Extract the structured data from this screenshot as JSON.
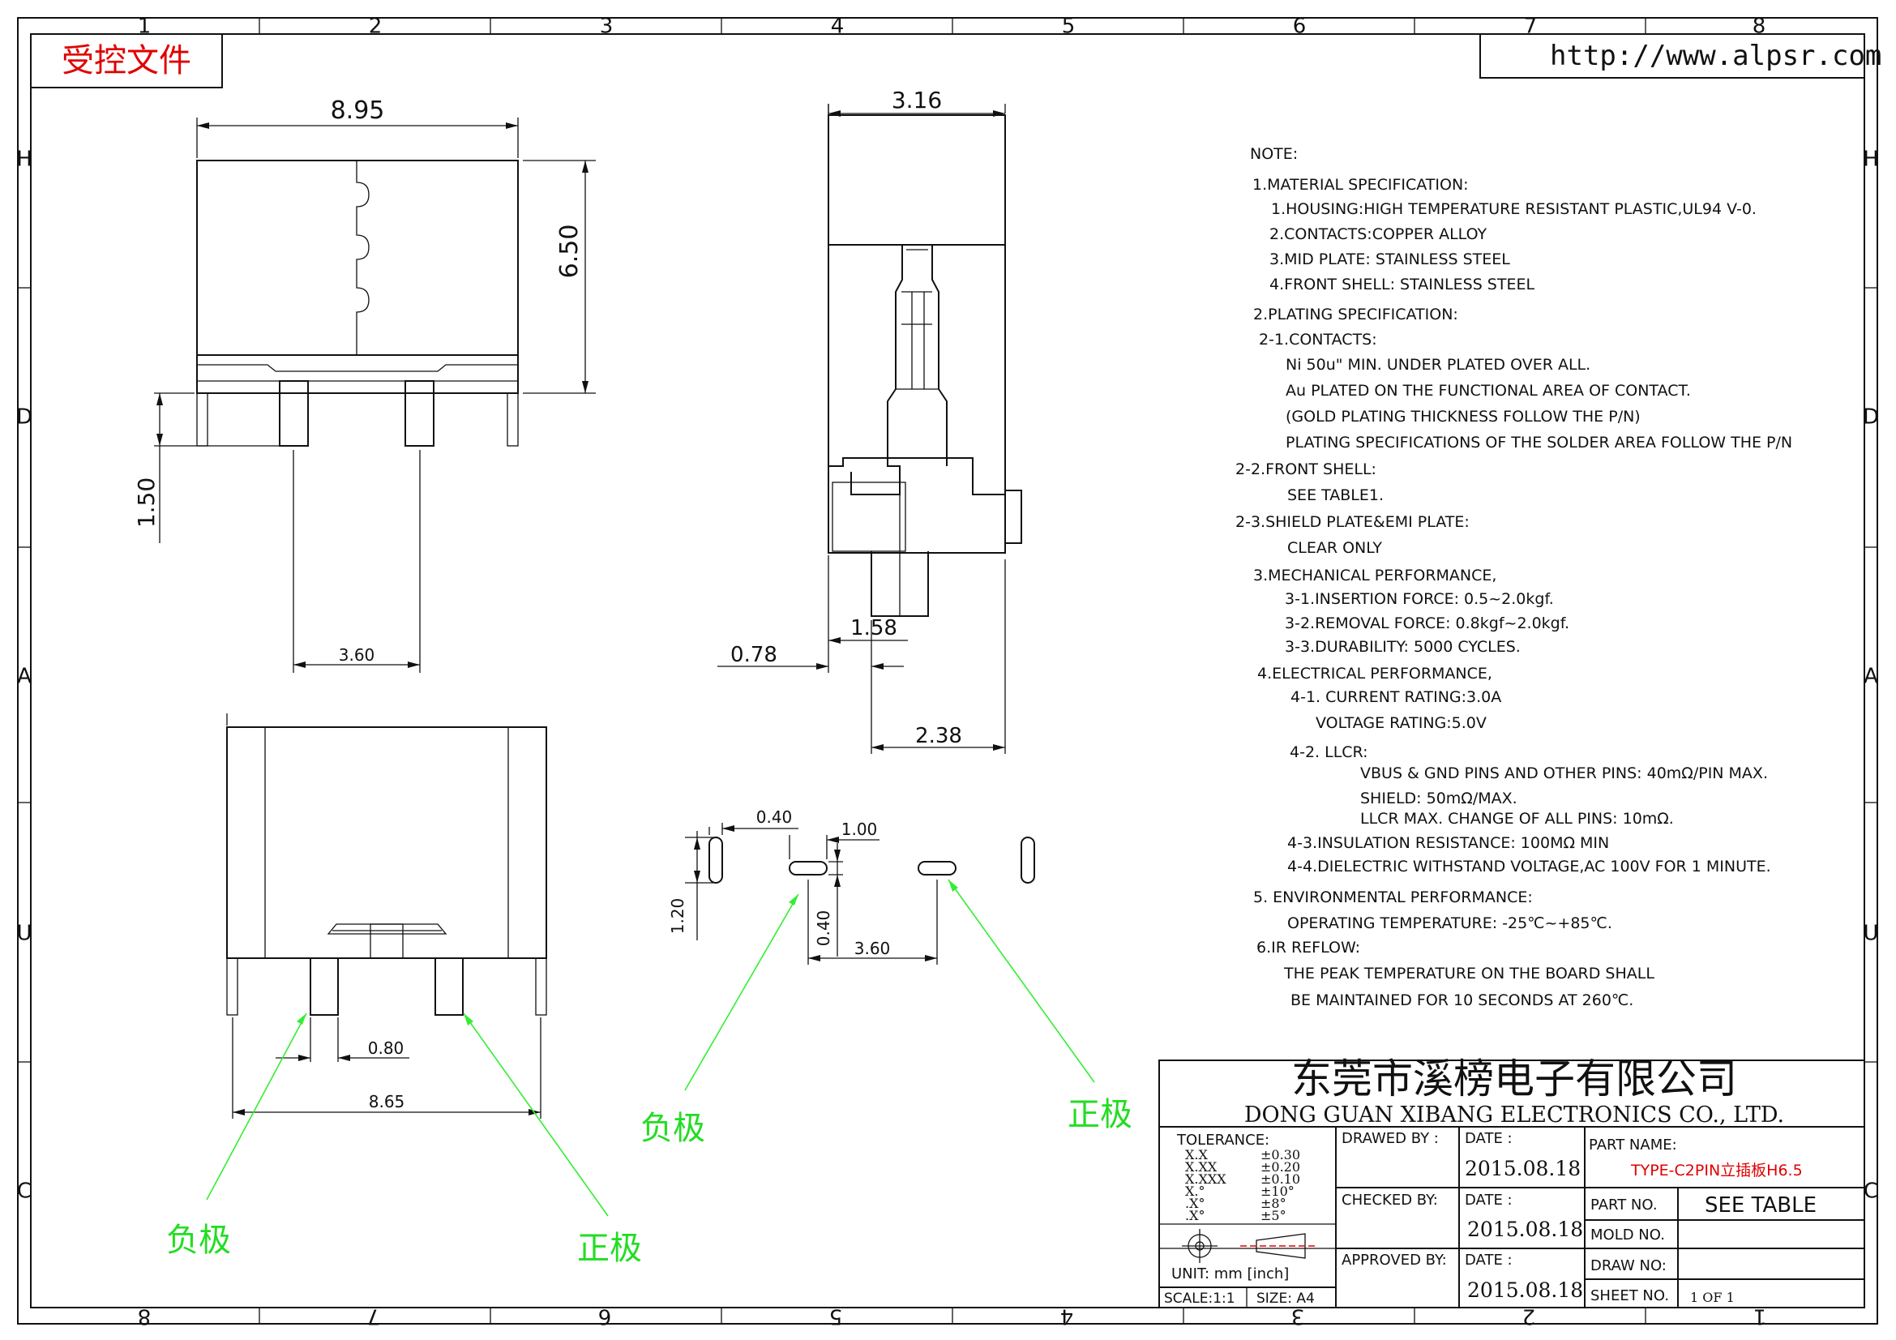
{
  "controlled_stamp": "受控文件",
  "website": "http://www.alpsr.com",
  "grid": {
    "columns_top": [
      "1",
      "2",
      "3",
      "4",
      "5",
      "6",
      "7",
      "8"
    ],
    "columns_bottom": [
      "8",
      "7",
      "6",
      "5",
      "4",
      "3",
      "2",
      "1"
    ],
    "rows_left": [
      "H",
      "D",
      "A",
      "U",
      "C"
    ],
    "rows_right": [
      "H",
      "D",
      "A",
      "U",
      "C"
    ]
  },
  "dimensions": {
    "front_width": "8.95",
    "front_height": "6.50",
    "pin_length": "1.50",
    "pin_pitch": "3.60",
    "side_width": "3.16",
    "side_a": "1.58",
    "side_b": "0.78",
    "side_c": "2.38",
    "pad_w": "0.40",
    "pad_l": "1.00",
    "pad_h": "1.20",
    "pad_h2": "0.40",
    "pad_pitch": "3.60",
    "bottom_pin_w": "0.80",
    "bottom_width": "8.65"
  },
  "polarity": {
    "negative": "负极",
    "positive": "正极"
  },
  "notes": [
    "NOTE:",
    "1.MATERIAL SPECIFICATION:",
    "1.HOUSING:HIGH TEMPERATURE RESISTANT PLASTIC,UL94 V-0.",
    "2.CONTACTS:COPPER ALLOY",
    "3.MID PLATE: STAINLESS STEEL",
    "4.FRONT SHELL: STAINLESS STEEL",
    "2.PLATING SPECIFICATION:",
    "2-1.CONTACTS:",
    "Ni 50u\" MIN. UNDER PLATED OVER ALL.",
    "Au PLATED ON THE FUNCTIONAL AREA OF CONTACT.",
    "(GOLD PLATING THICKNESS FOLLOW THE P/N)",
    "PLATING SPECIFICATIONS OF THE SOLDER AREA FOLLOW THE P/N",
    "2-2.FRONT SHELL:",
    "SEE TABLE1.",
    "2-3.SHIELD PLATE&EMI PLATE:",
    "CLEAR ONLY",
    "3.MECHANICAL PERFORMANCE,",
    "3-1.INSERTION FORCE: 0.5~2.0kgf.",
    "3-2.REMOVAL FORCE: 0.8kgf~2.0kgf.",
    "3-3.DURABILITY: 5000 CYCLES.",
    "4.ELECTRICAL PERFORMANCE,",
    "4-1. CURRENT RATING:3.0A",
    "VOLTAGE RATING:5.0V",
    "4-2. LLCR:",
    "VBUS & GND PINS AND OTHER PINS: 40mΩ/PIN MAX.",
    "SHIELD: 50mΩ/MAX.",
    "LLCR MAX. CHANGE OF ALL PINS: 10mΩ.",
    "4-3.INSULATION RESISTANCE: 100MΩ  MIN",
    "4-4.DIELECTRIC WITHSTAND VOLTAGE,AC 100V FOR 1 MINUTE.",
    "5. ENVIRONMENTAL PERFORMANCE:",
    "OPERATING TEMPERATURE: -25℃~+85℃.",
    "6.IR REFLOW:",
    "THE PEAK TEMPERATURE ON THE BOARD SHALL",
    "BE MAINTAINED FOR 10 SECONDS AT 260℃."
  ],
  "title_block": {
    "company_cn": "东莞市溪榜电子有限公司",
    "company_en": "DONG GUAN XIBANG ELECTRONICS CO., LTD.",
    "tolerance_label": "TOLERANCE:",
    "tolerance_rows": [
      {
        "k": "X.X",
        "v": "±0.30"
      },
      {
        "k": "X.XX",
        "v": "±0.20"
      },
      {
        "k": "X.XXX",
        "v": "±0.10"
      },
      {
        "k": "X.°",
        "v": "±10°"
      },
      {
        "k": ".X°",
        "v": "±8°"
      },
      {
        "k": ".X°",
        "v": "±5°"
      }
    ],
    "unit": "UNIT:  mm  [inch]",
    "scale": "SCALE:1:1",
    "size": "SIZE: A4",
    "drawn_by": "DRAWED BY :",
    "checked_by": "CHECKED BY:",
    "approved_by": "APPROVED BY:",
    "date_label": "DATE :",
    "date_value": "2015.08.18",
    "part_name_label": "PART NAME:",
    "part_name_value": "TYPE-C2PIN立插板H6.5",
    "part_no_label": "PART NO.",
    "part_no_value": "SEE TABLE",
    "mold_no_label": "MOLD NO.",
    "draw_no_label": "DRAW NO:",
    "sheet_no_label": "SHEET NO.",
    "sheet_value": "1 OF 1"
  }
}
